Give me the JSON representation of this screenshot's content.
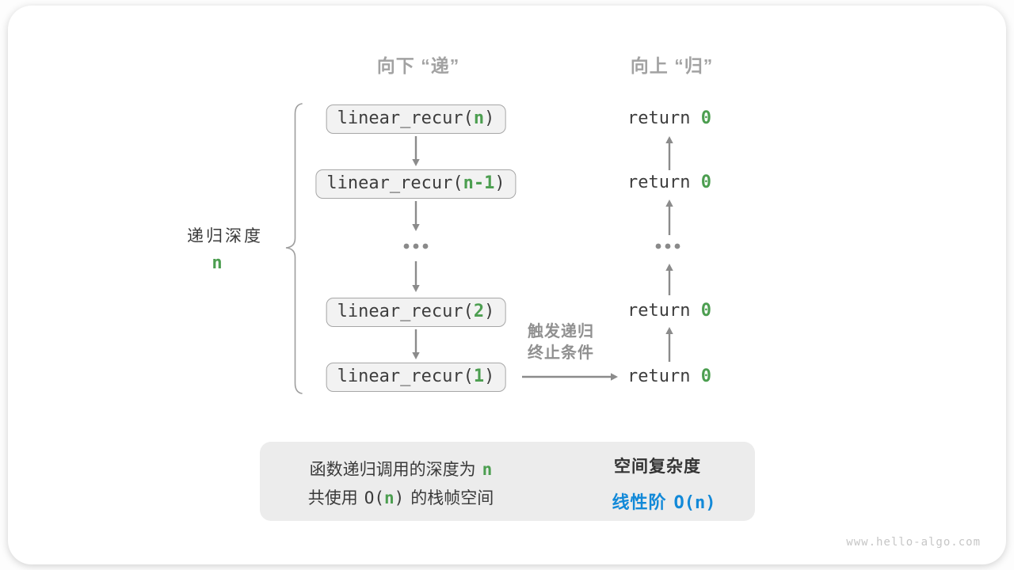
{
  "headers": {
    "down": "向下 “递”",
    "up": "向上 “归”"
  },
  "call_stack": {
    "boxes": [
      {
        "pre": "linear_recur(",
        "arg": "n",
        "post": ")"
      },
      {
        "pre": "linear_recur(",
        "arg": "n-1",
        "post": ")"
      },
      {
        "pre": "linear_recur(",
        "arg": "2",
        "post": ")"
      },
      {
        "pre": "linear_recur(",
        "arg": "1",
        "post": ")"
      }
    ],
    "ellipsis": "..."
  },
  "returns": {
    "keyword": "return",
    "value": "0"
  },
  "depth_label": {
    "text": "递归深度",
    "value": "n"
  },
  "trigger_label": {
    "line1": "触发递归",
    "line2": "终止条件"
  },
  "summary": {
    "line1_text": "函数递归调用的深度为",
    "line1_value": "n",
    "line2_pre": "共使用",
    "line2_code_open": "O(",
    "line2_code_n": "n",
    "line2_code_close": ")",
    "line2_post": "的栈帧空间",
    "result_title": "空间复杂度",
    "result_text": "线性阶",
    "result_code": "O(n)"
  },
  "watermark": "www.hello-algo.com",
  "colors": {
    "accent_green": "#4c9e50",
    "accent_blue": "#1289d8",
    "box_fill": "#f2f2f2",
    "box_border": "#a7a7a7",
    "arrow_gray": "#8b8b8b",
    "header_gray": "#a2a2a2",
    "summary_fill": "#ececec",
    "big_arrow_gray": "#c8c8c8",
    "text_dark": "#3d3d3d"
  }
}
